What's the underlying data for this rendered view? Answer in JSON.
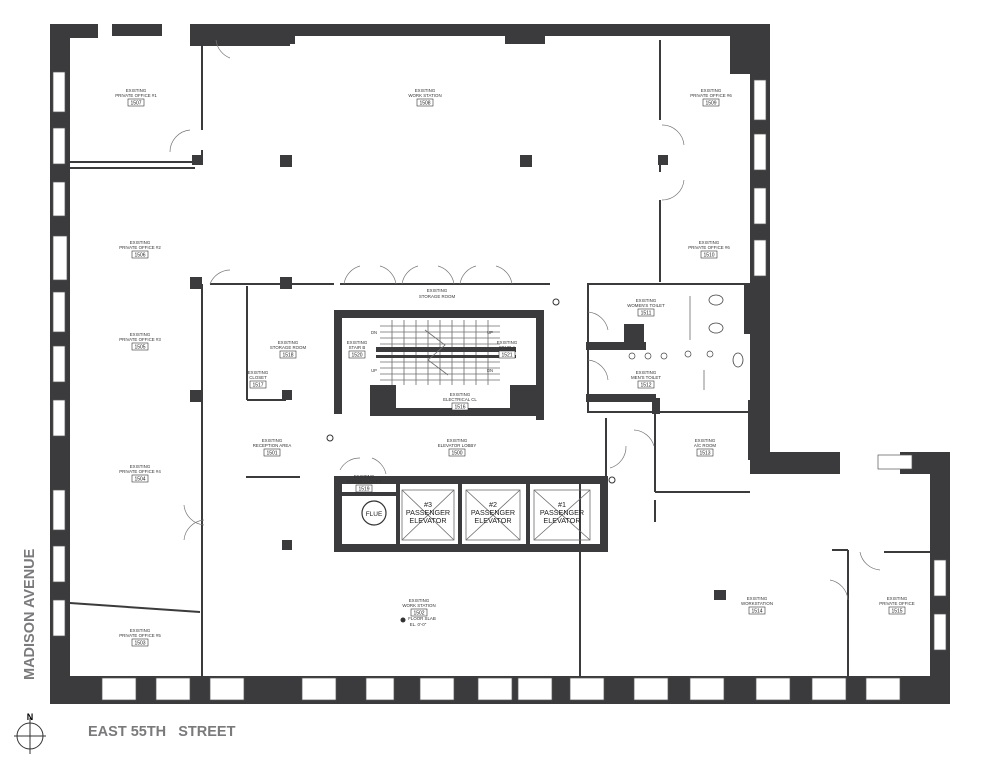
{
  "rooms": [
    {
      "id": "r1507",
      "l1": "EXISTING",
      "l2": "PRIVATE OFFICE #1",
      "num": "1507"
    },
    {
      "id": "r1508",
      "l1": "EXISTING",
      "l2": "WORK STATION",
      "num": "1508"
    },
    {
      "id": "r1509",
      "l1": "EXISTING",
      "l2": "PRIVATE OFFICE #6",
      "num": "1509"
    },
    {
      "id": "r1506",
      "l1": "EXISTING",
      "l2": "PRIVATE OFFICE #2",
      "num": "1506"
    },
    {
      "id": "r1510",
      "l1": "EXISTING",
      "l2": "PRIVATE OFFICE #6",
      "num": "1510"
    },
    {
      "id": "r1505",
      "l1": "EXISTING",
      "l2": "PRIVATE OFFICE #3",
      "num": "1505"
    },
    {
      "id": "r1518",
      "l1": "EXISTING",
      "l2": "STORAGE ROOM",
      "num": "1518"
    },
    {
      "id": "r1520",
      "l1": "EXISTING",
      "l2": "STAIR B",
      "num": "1520"
    },
    {
      "id": "r1521",
      "l1": "EXISTING",
      "l2": "STAIR A",
      "num": "1521"
    },
    {
      "id": "r1511",
      "l1": "EXISTING",
      "l2": "WOMEN'S TOILET",
      "num": "1511"
    },
    {
      "id": "r1512",
      "l1": "EXISTING",
      "l2": "MEN'S TOILET",
      "num": "1512"
    },
    {
      "id": "r1517",
      "l1": "EXISTING",
      "l2": "CLOSET",
      "num": "1517"
    },
    {
      "id": "r1516",
      "l1": "EXISTING",
      "l2": "ELECTRICAL CL",
      "num": "1516"
    },
    {
      "id": "r1501",
      "l1": "EXISTING",
      "l2": "RECEPTION AREA",
      "num": "1501"
    },
    {
      "id": "r1500",
      "l1": "EXISTING",
      "l2": "ELEVATOR LOBBY",
      "num": "1500"
    },
    {
      "id": "r1513",
      "l1": "EXISTING",
      "l2": "A/C ROOM",
      "num": "1513"
    },
    {
      "id": "r1504",
      "l1": "EXISTING",
      "l2": "PRIVATE OFFICE #4",
      "num": "1504"
    },
    {
      "id": "r1519",
      "l1": "EXISTING",
      "l2": "PHONE CLOSET",
      "num": "1519"
    },
    {
      "id": "r1502",
      "l1": "EXISTING",
      "l2": "WORK STATION",
      "num": "1502"
    },
    {
      "id": "r1514",
      "l1": "EXISTING",
      "l2": "WORKSTATION",
      "num": "1514"
    },
    {
      "id": "r1515",
      "l1": "EXISTING",
      "l2": "PRIVATE OFFICE",
      "num": "1515"
    },
    {
      "id": "r1503",
      "l1": "EXISTING",
      "l2": "PRIVATE OFFICE #5",
      "num": "1503"
    }
  ],
  "storage_corridor": {
    "l1": "EXISTING",
    "l2": "STORAGE ROOM"
  },
  "elevators": [
    {
      "id": "e3",
      "n": "#3",
      "a": "PASSENGER",
      "b": "ELEVATOR"
    },
    {
      "id": "e2",
      "n": "#2",
      "a": "PASSENGER",
      "b": "ELEVATOR"
    },
    {
      "id": "e1",
      "n": "#1",
      "a": "PASSENGER",
      "b": "ELEVATOR"
    }
  ],
  "flue_label": "FLUE",
  "stair_marks": {
    "dn": "DN",
    "up": "UP"
  },
  "floor_slab": {
    "l1": "FLOOR SLAB",
    "l2": "EL. 0'-0\""
  },
  "streets": {
    "west": "MADISON AVENUE",
    "south": "EAST 55TH   STREET"
  },
  "north_label": "N",
  "colors": {
    "wall": "#3b3b3d",
    "street_text": "#7a7a7c",
    "background": "#ffffff"
  }
}
